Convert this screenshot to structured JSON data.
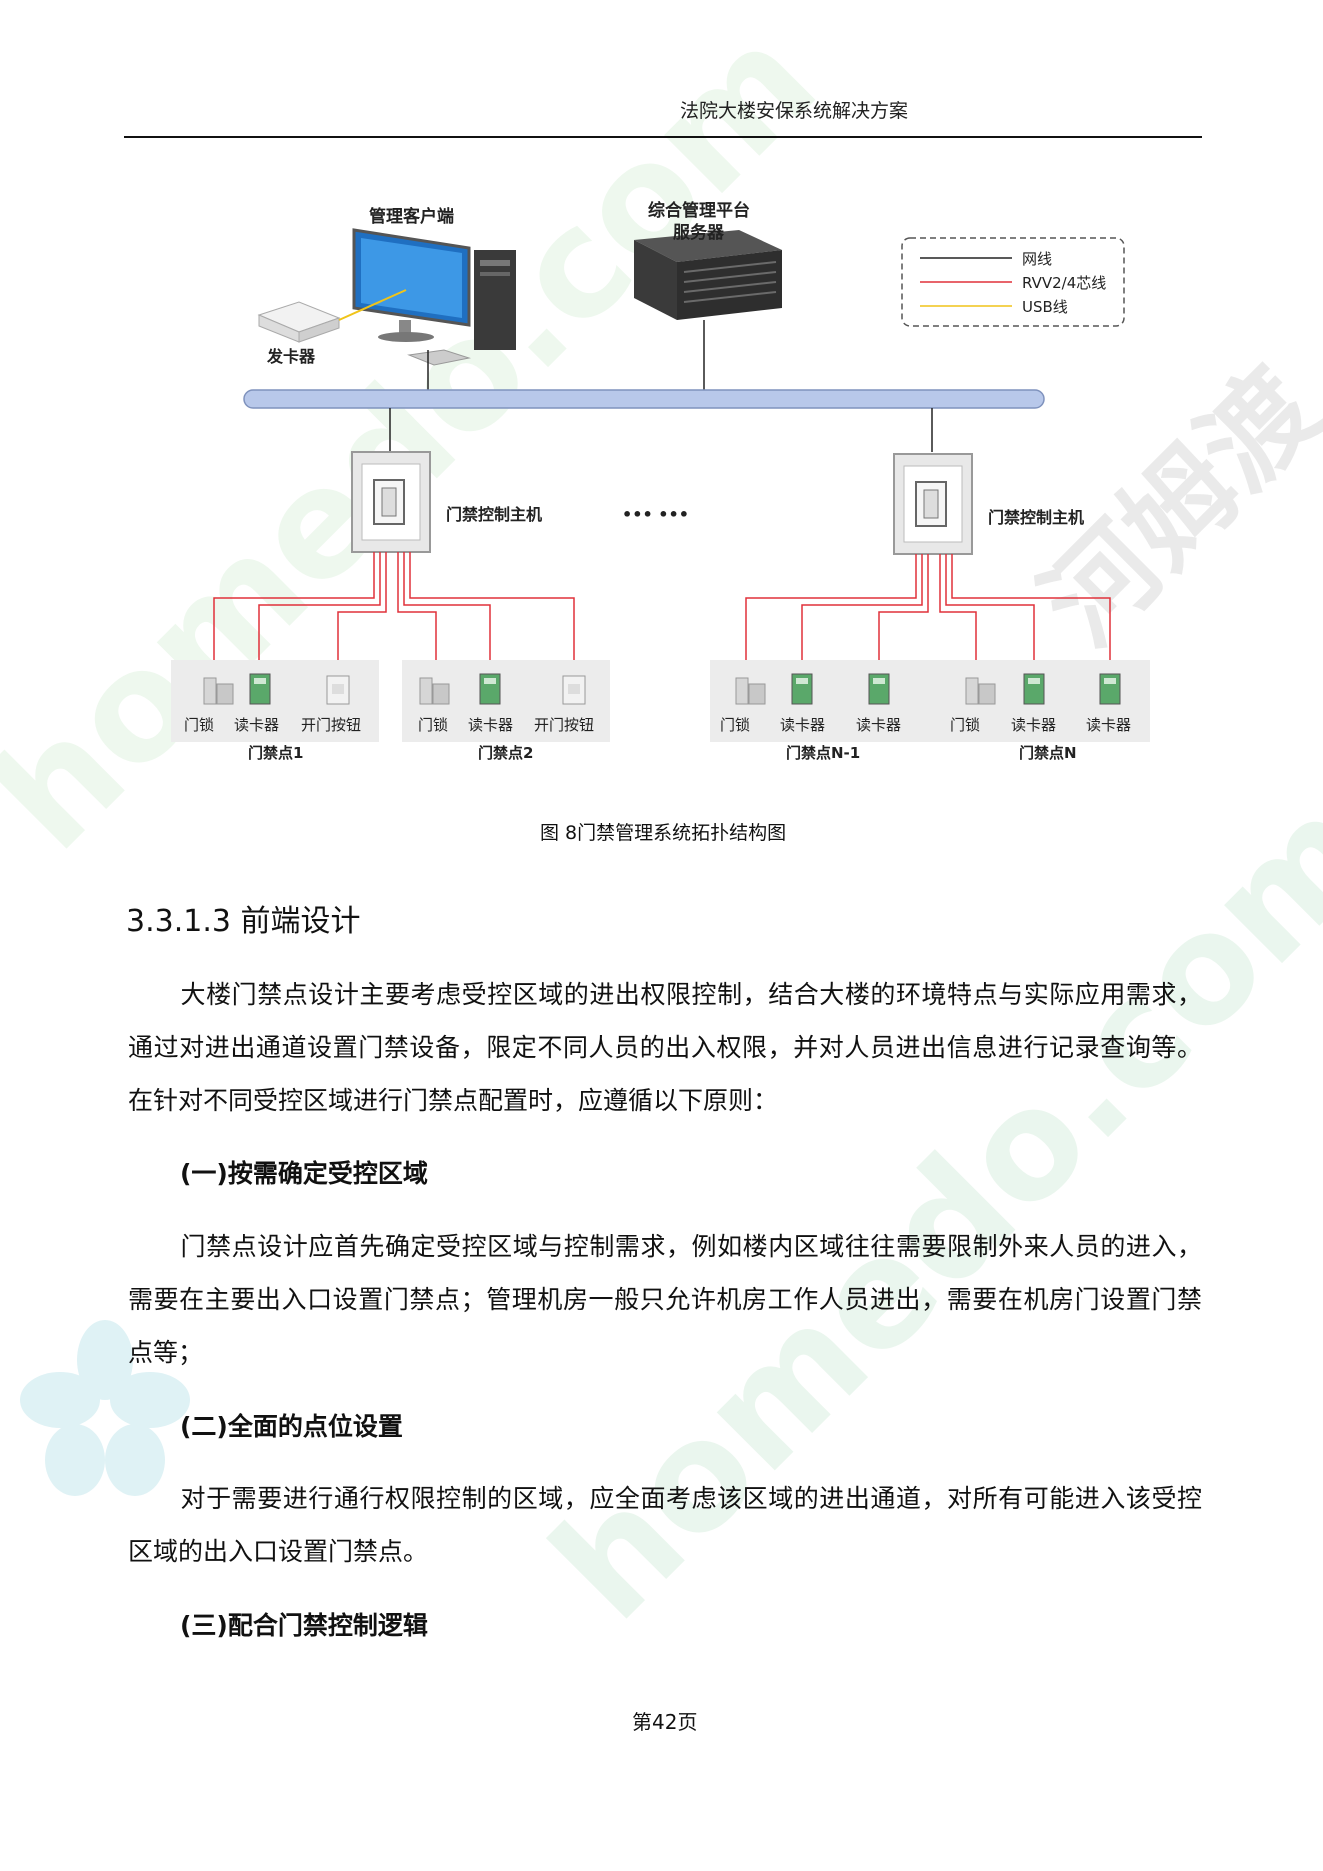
{
  "header": {
    "title": "法院大楼安保系统解决方案"
  },
  "diagram": {
    "labels": {
      "client": "管理客户端",
      "card_issuer": "发卡器",
      "platform_line1": "综合管理平台",
      "platform_line2": "服务器",
      "controller_left": "门禁控制主机",
      "controller_right": "门禁控制主机",
      "ellipsis": "••• •••"
    },
    "legend": [
      {
        "label": "网线",
        "color": "#222222"
      },
      {
        "label": "RVV2/4芯线",
        "color": "#e0313a"
      },
      {
        "label": "USB线",
        "color": "#f0c419"
      }
    ],
    "door_groups": [
      {
        "name": "门禁点1",
        "devices": [
          "门锁",
          "读卡器",
          "开门按钮"
        ]
      },
      {
        "name": "门禁点2",
        "devices": [
          "门锁",
          "读卡器",
          "开门按钮"
        ]
      },
      {
        "name": "门禁点N-1",
        "devices": [
          "门锁",
          "读卡器",
          "读卡器"
        ]
      },
      {
        "name": "门禁点N",
        "devices": [
          "门锁",
          "读卡器",
          "读卡器"
        ]
      }
    ],
    "colors": {
      "bus": "#b8c8ea",
      "rvv": "#e0313a",
      "net": "#222222",
      "usb": "#f0c419"
    }
  },
  "caption": "图 8门禁管理系统拓扑结构图",
  "section": {
    "heading": "3.3.1.3  前端设计"
  },
  "paragraphs": {
    "p1": "大楼门禁点设计主要考虑受控区域的进出权限控制，结合大楼的环境特点与实际应用需求，通过对进出通道设置门禁设备，限定不同人员的出入权限，并对人员进出信息进行记录查询等。在针对不同受控区域进行门禁点配置时，应遵循以下原则：",
    "h1": "(一)按需确定受控区域",
    "p2": "门禁点设计应首先确定受控区域与控制需求，例如楼内区域往往需要限制外来人员的进入，需要在主要出入口设置门禁点；管理机房一般只允许机房工作人员进出，需要在机房门设置门禁点等；",
    "h2": "(二)全面的点位设置",
    "p3": "对于需要进行通行权限控制的区域，应全面考虑该区域的进出通道，对所有可能进入该受控区域的出入口设置门禁点。",
    "h3": "(三)配合门禁控制逻辑"
  },
  "footer": {
    "page_number": "第42页"
  },
  "watermark": {
    "text1": "homedo.com",
    "text2": "河姆渡",
    "color": "#e3f3f4"
  }
}
